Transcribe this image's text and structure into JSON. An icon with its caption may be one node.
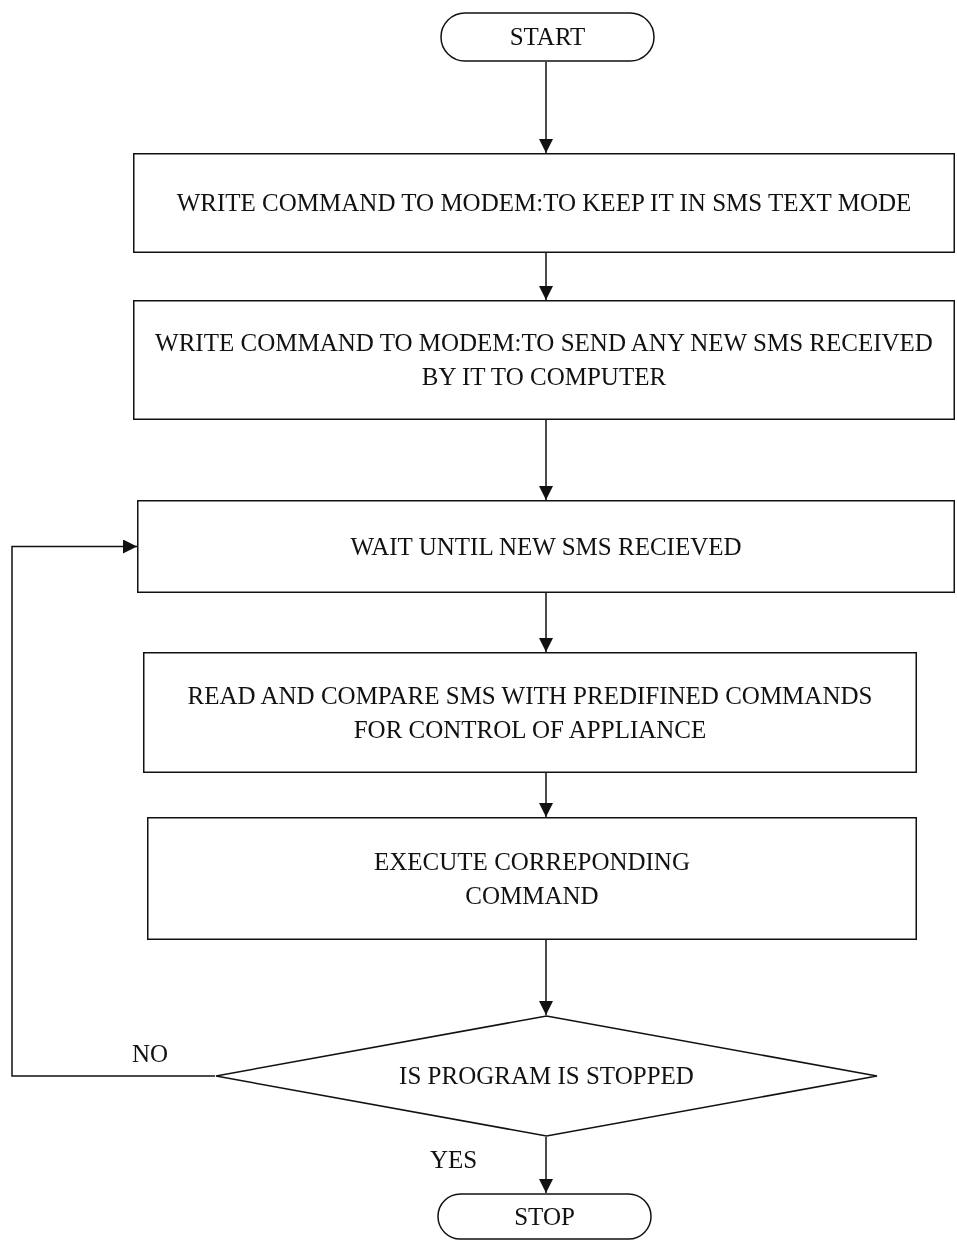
{
  "diagram": {
    "nodes": [
      {
        "text": [
          "START"
        ]
      },
      {
        "text": [
          "WRITE COMMAND TO MODEM:TO KEEP IT IN SMS TEXT MODE"
        ]
      },
      {
        "text": [
          "WRITE COMMAND TO MODEM:TO SEND ANY NEW SMS RECEIVED BY IT TO COMPUTER"
        ]
      },
      {
        "text": [
          "WAIT UNTIL NEW SMS RECIEVED"
        ]
      },
      {
        "text": [
          "READ AND COMPARE SMS WITH PREDIFINED COMMANDS FOR CONTROL OF APPLIANCE"
        ]
      },
      {
        "text": [
          "EXECUTE CORREPONDING COMMAND"
        ]
      },
      {
        "text": [
          "IS PROGRAM IS STOPPED"
        ]
      },
      {
        "text": [
          "STOP"
        ]
      }
    ],
    "edges": [
      {
        "from": 0,
        "to": 1,
        "arrow": "to"
      },
      {
        "from": 1,
        "to": 2,
        "arrow": "to"
      },
      {
        "from": 2,
        "to": 3,
        "arrow": "to"
      },
      {
        "from": 3,
        "to": 4,
        "arrow": "to"
      },
      {
        "from": 4,
        "to": 5,
        "arrow": "to"
      },
      {
        "from": 5,
        "to": 6,
        "arrow": "to"
      },
      {
        "from": 6,
        "to": 7,
        "arrow": "to",
        "label": "YES"
      },
      {
        "from": 6,
        "to": 3,
        "arrow": "to",
        "label": "NO"
      }
    ]
  }
}
